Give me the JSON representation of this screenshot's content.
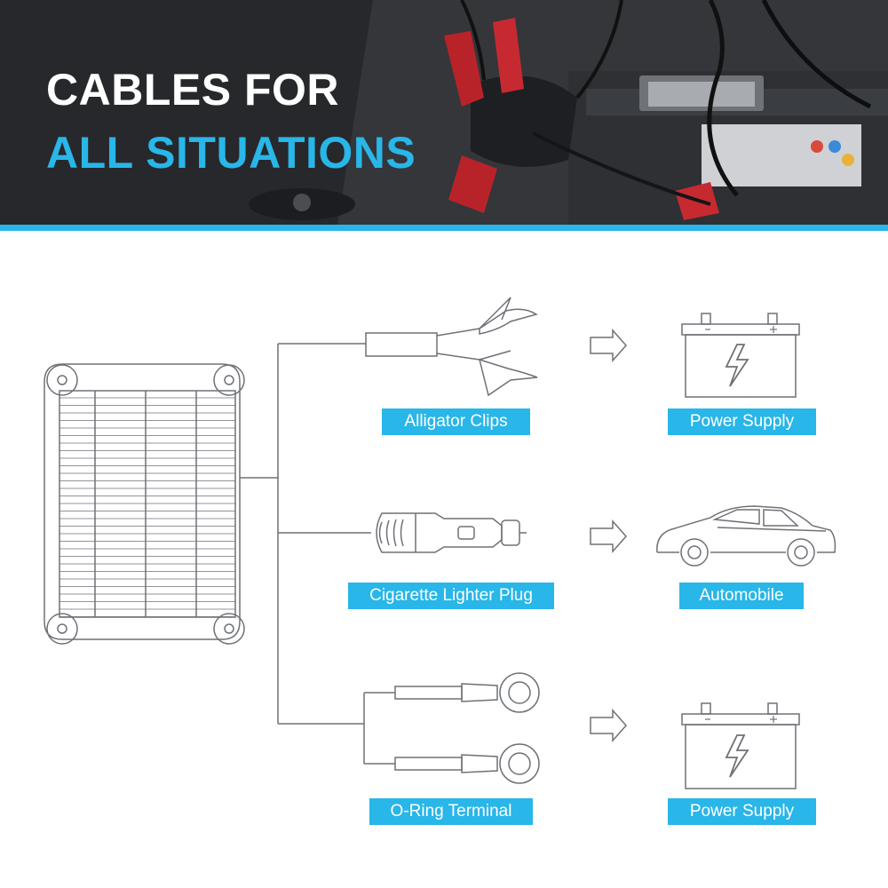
{
  "header": {
    "line1": "CABLES FOR",
    "line2": "ALL SITUATIONS",
    "accent_color": "#29b6e8"
  },
  "connectors": [
    {
      "label": "Alligator Clips",
      "icon": "alligator-clips-icon"
    },
    {
      "label": "Cigarette Lighter Plug",
      "icon": "cigarette-lighter-plug-icon"
    },
    {
      "label": "O-Ring Terminal",
      "icon": "o-ring-terminal-icon"
    }
  ],
  "targets": [
    {
      "label": "Power Supply",
      "icon": "battery-icon"
    },
    {
      "label": "Automobile",
      "icon": "car-icon"
    },
    {
      "label": "Power Supply",
      "icon": "battery-icon"
    }
  ],
  "source_icon": "solar-panel-icon",
  "arrow_icon": "arrow-right-icon"
}
